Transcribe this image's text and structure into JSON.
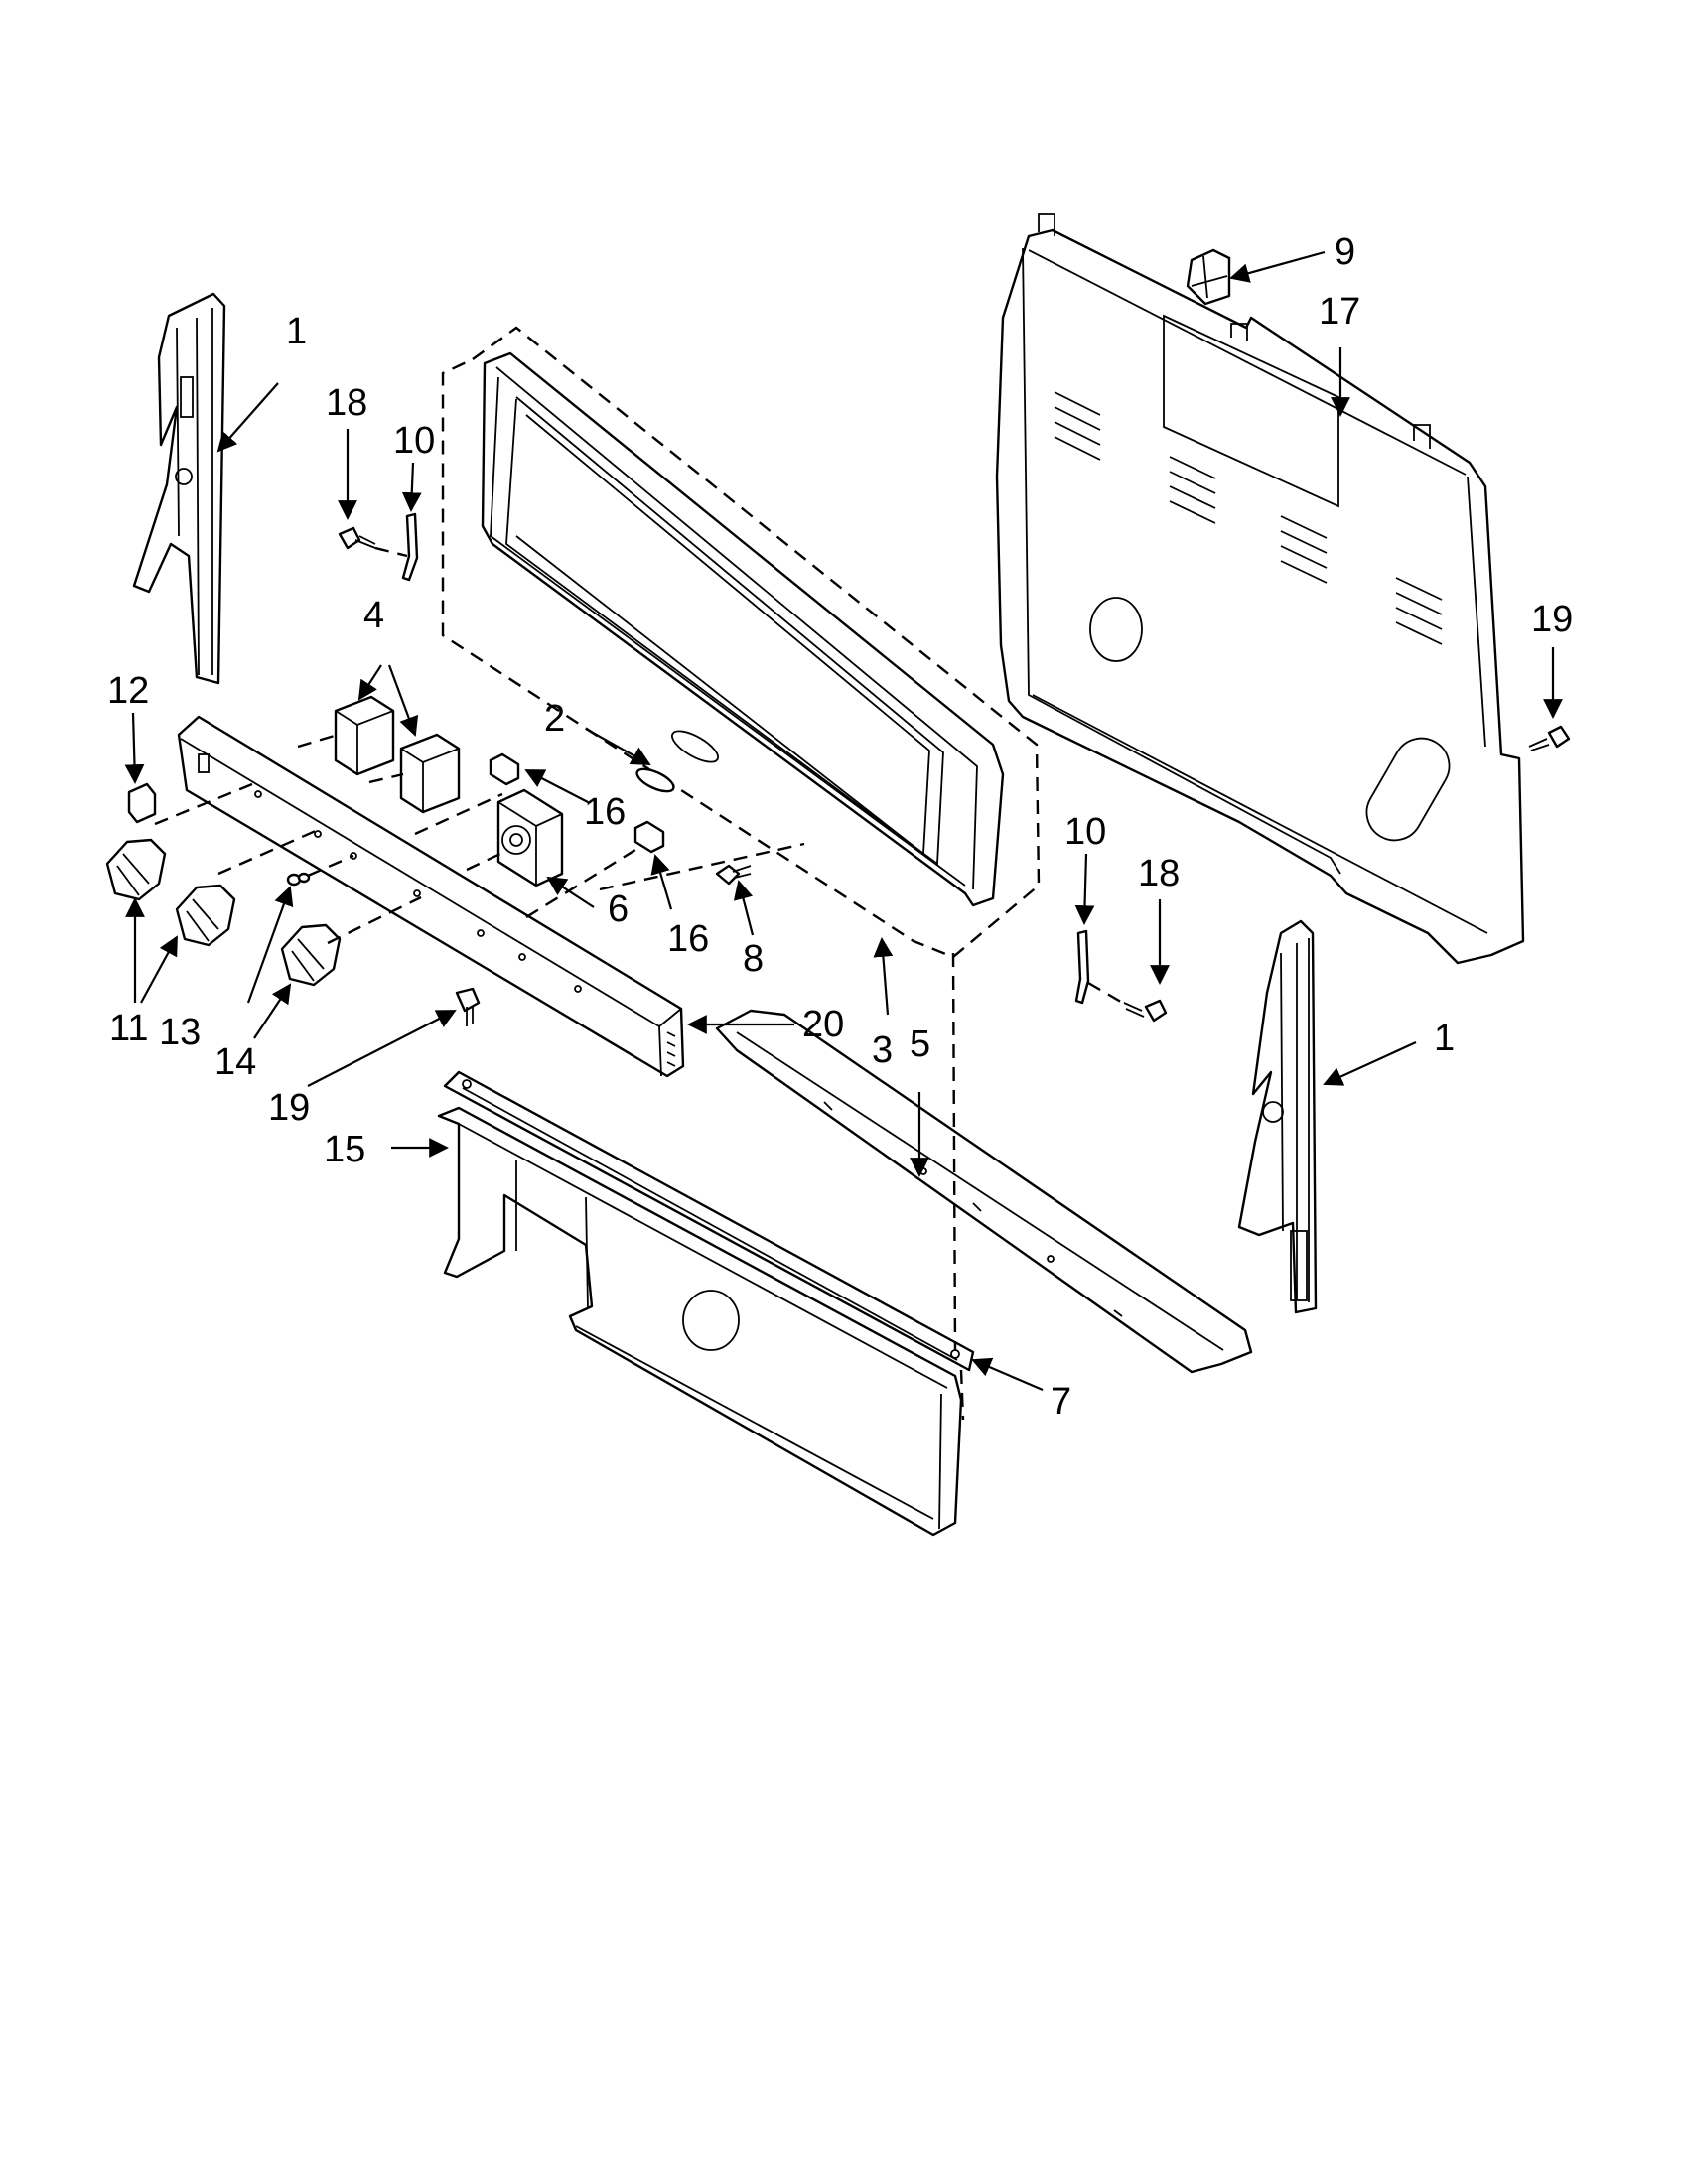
{
  "callouts": [
    {
      "id": "c1a",
      "text": "1"
    },
    {
      "id": "c1b",
      "text": "1"
    },
    {
      "id": "c2",
      "text": "2"
    },
    {
      "id": "c3",
      "text": "3"
    },
    {
      "id": "c4",
      "text": "4"
    },
    {
      "id": "c5",
      "text": "5"
    },
    {
      "id": "c6",
      "text": "6"
    },
    {
      "id": "c7",
      "text": "7"
    },
    {
      "id": "c8",
      "text": "8"
    },
    {
      "id": "c9",
      "text": "9"
    },
    {
      "id": "c10a",
      "text": "10"
    },
    {
      "id": "c10b",
      "text": "10"
    },
    {
      "id": "c11",
      "text": "11"
    },
    {
      "id": "c12",
      "text": "12"
    },
    {
      "id": "c13",
      "text": "13"
    },
    {
      "id": "c14",
      "text": "14"
    },
    {
      "id": "c15",
      "text": "15"
    },
    {
      "id": "c16a",
      "text": "16"
    },
    {
      "id": "c16b",
      "text": "16"
    },
    {
      "id": "c17",
      "text": "17"
    },
    {
      "id": "c18a",
      "text": "18"
    },
    {
      "id": "c18b",
      "text": "18"
    },
    {
      "id": "c19a",
      "text": "19"
    },
    {
      "id": "c19b",
      "text": "19"
    },
    {
      "id": "c20",
      "text": "20"
    }
  ]
}
